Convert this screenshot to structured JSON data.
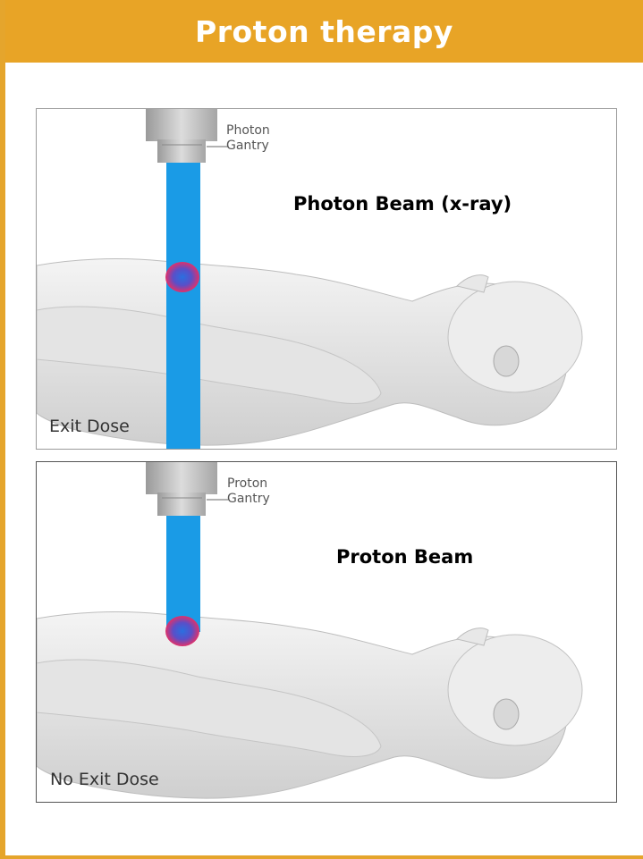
{
  "header": {
    "title": "Proton therapy"
  },
  "panels": [
    {
      "gantry_label_line1": "Photon",
      "gantry_label_line2": "Gantry",
      "beam_title": "Photon Beam (x-ray)",
      "dose_label": "Exit Dose"
    },
    {
      "gantry_label_line1": "Proton",
      "gantry_label_line2": "Gantry",
      "beam_title": "Proton Beam",
      "dose_label": "No Exit Dose"
    }
  ],
  "colors": {
    "accent": "#e8a426",
    "beam": "#1a9be6",
    "tumor_core": "#2a6fe0",
    "tumor_edge": "#e0306a"
  }
}
